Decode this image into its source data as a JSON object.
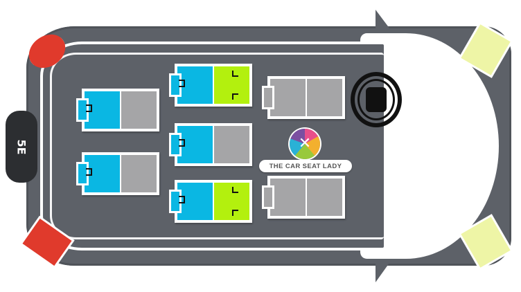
{
  "vehicle": {
    "plate_label": "5E",
    "body_color": "#5d6168",
    "tail_light_color": "#e03a2c",
    "head_light_color": "#eef5a6"
  },
  "seat_colors": {
    "child_seat": "#0ab7e3",
    "vehicle_seat": "#a5a5a7",
    "booster_base": "#b3f00e"
  },
  "seats": [
    {
      "name": "third-row-seat-left",
      "kind": "child"
    },
    {
      "name": "third-row-seat-right",
      "kind": "child"
    },
    {
      "name": "second-row-seat-left",
      "kind": "child-green"
    },
    {
      "name": "second-row-seat-middle",
      "kind": "child"
    },
    {
      "name": "second-row-seat-right",
      "kind": "child-green"
    },
    {
      "name": "front-seat-driver",
      "kind": "empty"
    },
    {
      "name": "front-seat-passenger",
      "kind": "empty"
    }
  ],
  "logo": {
    "text": "THE CAR SEAT LADY"
  }
}
